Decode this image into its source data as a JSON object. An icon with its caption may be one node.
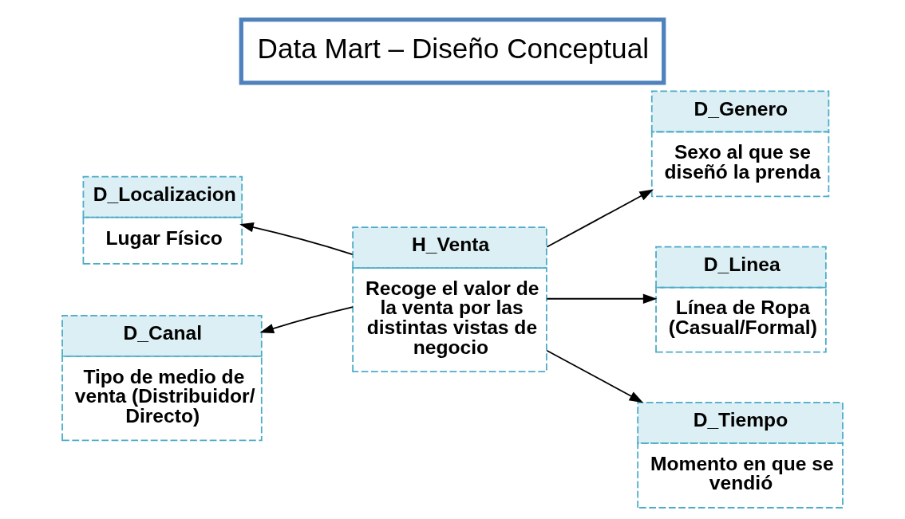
{
  "diagram": {
    "title": "Data Mart – Diseño Conceptual",
    "nodes": [
      {
        "text": [
          "D_Localizacion",
          "Lugar Físico"
        ]
      },
      {
        "text": [
          "D_Genero",
          "Sexo al que se diseñó la prenda"
        ]
      },
      {
        "text": [
          "H_Venta",
          "Recoge el valor de la venta por las distintas vistas de negocio"
        ]
      },
      {
        "text": [
          "D_Linea",
          "Línea de Ropa (Casual/Formal)"
        ]
      },
      {
        "text": [
          "D_Canal",
          "Tipo de medio de venta (Distribuidor/ Directo)"
        ]
      },
      {
        "text": [
          "D_Tiempo",
          "Momento en que se vendió"
        ]
      }
    ],
    "edges": [
      {
        "from": 2,
        "to": 0,
        "arrow": "to"
      },
      {
        "from": 2,
        "to": 1,
        "arrow": "to"
      },
      {
        "from": 2,
        "to": 3,
        "arrow": "to"
      },
      {
        "from": 2,
        "to": 4,
        "arrow": "to"
      },
      {
        "from": 2,
        "to": 5,
        "arrow": "to"
      }
    ]
  }
}
